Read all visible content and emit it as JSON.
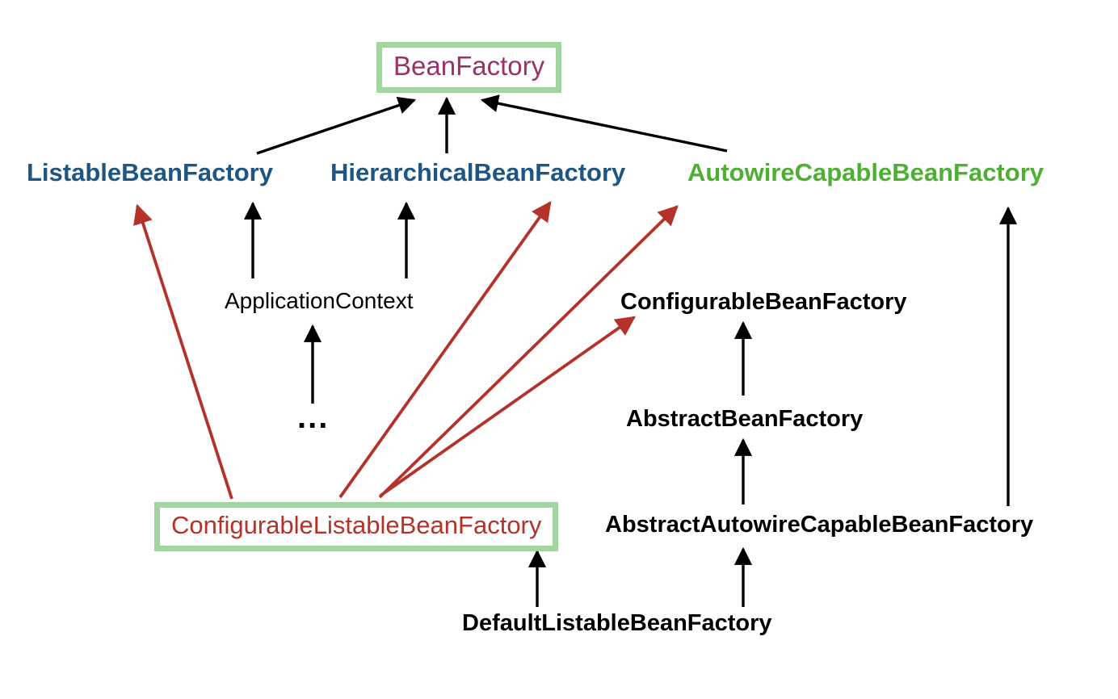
{
  "diagram": {
    "title": "Spring BeanFactory Interface Hierarchy",
    "type": "class-hierarchy-diagram",
    "background_color": "#ffffff",
    "colors": {
      "root_text": "#9c3166",
      "interface_blue": "#1f5582",
      "interface_green": "#4faf35",
      "highlight_red": "#b5322b",
      "class_black": "#000000",
      "box_border_green": "#a3d3a0",
      "arrow_black": "#000000",
      "arrow_red": "#b5322b"
    }
  },
  "nodes": [
    {
      "id": "bean-factory",
      "label": "BeanFactory",
      "style": "root-boxed",
      "color": "#9c3166",
      "boxed": true
    },
    {
      "id": "listable-bean-factory",
      "label": "ListableBeanFactory",
      "style": "interface-blue",
      "color": "#1f5582",
      "boxed": false
    },
    {
      "id": "hierarchical-bean-factory",
      "label": "HierarchicalBeanFactory",
      "style": "interface-blue",
      "color": "#1f5582",
      "boxed": false
    },
    {
      "id": "autowire-capable-bean-factory",
      "label": "AutowireCapableBeanFactory",
      "style": "interface-green",
      "color": "#4faf35",
      "boxed": false
    },
    {
      "id": "application-context",
      "label": "ApplicationContext",
      "style": "class-regular",
      "color": "#000000",
      "boxed": false
    },
    {
      "id": "configurable-bean-factory",
      "label": "ConfigurableBeanFactory",
      "style": "class-bold",
      "color": "#000000",
      "boxed": false
    },
    {
      "id": "ellipsis",
      "label": "...",
      "style": "ellipsis",
      "color": "#000000",
      "boxed": false
    },
    {
      "id": "abstract-bean-factory",
      "label": "AbstractBeanFactory",
      "style": "class-bold",
      "color": "#000000",
      "boxed": false
    },
    {
      "id": "configurable-listable-bean-factory",
      "label": "ConfigurableListableBeanFactory",
      "style": "highlight-boxed",
      "color": "#b5322b",
      "boxed": true
    },
    {
      "id": "abstract-autowire-capable-bean-factory",
      "label": "AbstractAutowireCapableBeanFactory",
      "style": "class-bold",
      "color": "#000000",
      "boxed": false
    },
    {
      "id": "default-listable-bean-factory",
      "label": "DefaultListableBeanFactory",
      "style": "class-bold",
      "color": "#000000",
      "boxed": false
    }
  ],
  "edges": [
    {
      "from": "listable-bean-factory",
      "to": "bean-factory",
      "color": "#000000"
    },
    {
      "from": "hierarchical-bean-factory",
      "to": "bean-factory",
      "color": "#000000"
    },
    {
      "from": "autowire-capable-bean-factory",
      "to": "bean-factory",
      "color": "#000000"
    },
    {
      "from": "application-context",
      "to": "listable-bean-factory",
      "color": "#000000"
    },
    {
      "from": "application-context",
      "to": "hierarchical-bean-factory",
      "color": "#000000"
    },
    {
      "from": "ellipsis",
      "to": "application-context",
      "color": "#000000"
    },
    {
      "from": "abstract-bean-factory",
      "to": "configurable-bean-factory",
      "color": "#000000"
    },
    {
      "from": "abstract-autowire-capable-bean-factory",
      "to": "abstract-bean-factory",
      "color": "#000000"
    },
    {
      "from": "abstract-autowire-capable-bean-factory",
      "to": "autowire-capable-bean-factory",
      "color": "#000000"
    },
    {
      "from": "default-listable-bean-factory",
      "to": "configurable-listable-bean-factory",
      "color": "#000000"
    },
    {
      "from": "default-listable-bean-factory",
      "to": "abstract-autowire-capable-bean-factory",
      "color": "#000000"
    },
    {
      "from": "configurable-listable-bean-factory",
      "to": "listable-bean-factory",
      "color": "#b5322b"
    },
    {
      "from": "configurable-listable-bean-factory",
      "to": "hierarchical-bean-factory",
      "color": "#b5322b"
    },
    {
      "from": "configurable-listable-bean-factory",
      "to": "autowire-capable-bean-factory",
      "color": "#b5322b"
    },
    {
      "from": "configurable-listable-bean-factory",
      "to": "configurable-bean-factory",
      "color": "#b5322b"
    }
  ]
}
